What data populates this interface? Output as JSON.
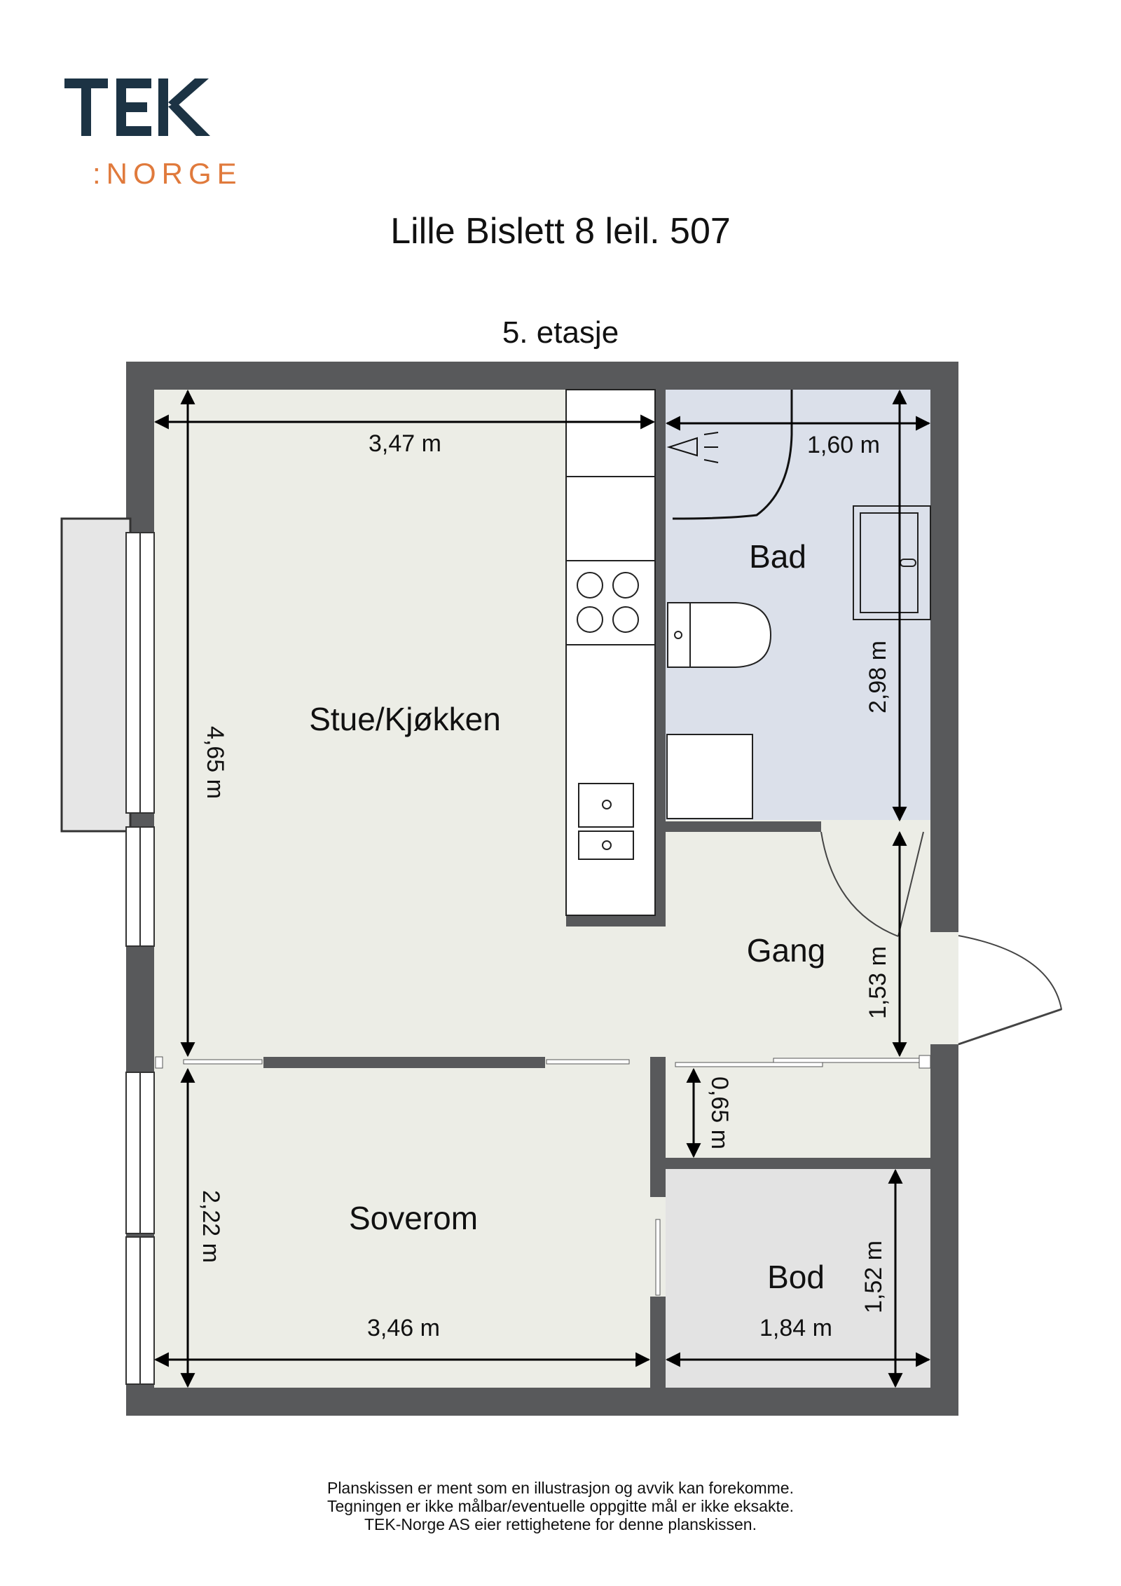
{
  "logo": {
    "brand": "TEK",
    "sub": ":NORGE",
    "colors": {
      "brand": "#1c3344",
      "sub": "#e07a3c"
    }
  },
  "header": {
    "title": "Lille Bislett 8 leil. 507",
    "floor": "5. etasje"
  },
  "rooms": {
    "stue": "Stue/Kjøkken",
    "bad": "Bad",
    "gang": "Gang",
    "soverom": "Soverom",
    "bod": "Bod"
  },
  "dimensions": {
    "stue_width": "3,47 m",
    "stue_height": "4,65 m",
    "bad_width": "1,60 m",
    "bad_height": "2,98 m",
    "gang_height": "1,53 m",
    "closet_depth": "0,65 m",
    "soverom_height": "2,22 m",
    "soverom_width": "3,46 m",
    "bod_width": "1,84 m",
    "bod_height": "1,52 m"
  },
  "disclaimer": [
    "Planskissen er ment som en illustrasjon og avvik kan forekomme.",
    "Tegningen er ikke målbar/eventuelle oppgitte mål er ikke eksakte.",
    "TEK-Norge AS eier rettighetene for denne planskissen."
  ],
  "colors": {
    "wall": "#58595b",
    "floor": "#ecede6",
    "bath": "#dbe0ea",
    "storage": "#e3e3e3"
  }
}
